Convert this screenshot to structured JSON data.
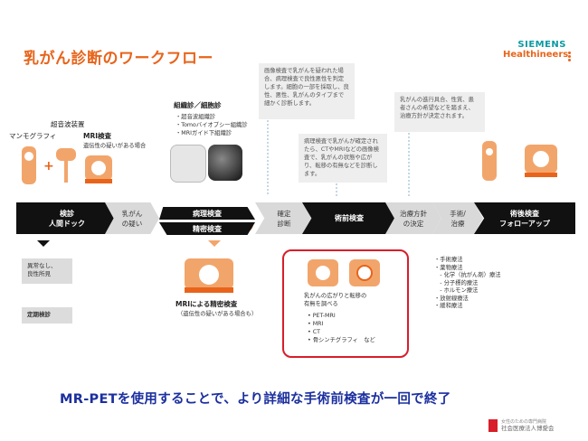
{
  "title": "乳がん診断のワークフロー",
  "logo": {
    "line1": "SIEMENS",
    "line2": "Healthineers"
  },
  "notes": {
    "pathology": "画像検査で乳がんを疑われた場合、病理検査で良性悪性を判定します。細胞の一部を採取し、良性、悪性、乳がんのタイプまで細かく診断します。",
    "preop": "病理検査で乳がんが確定されたら、CTやMRIなどの画像検査で、乳がんの状態や広がり、転移の有無などを診断します。",
    "treatment": "乳がんの進行具合、性質、患者さんの希望などを踏まえ、治療方針が決定されます。"
  },
  "top_labels": {
    "ultrasound": "超音波装置",
    "mammo": "マンモグラフィ",
    "mri_title": "MRI検査",
    "mri_sub": "遺伝性の疑いがある場合",
    "biopsy_title": "組織診／細胞診",
    "biopsy_items": [
      "・超音波組織診",
      "・Tomoバイオプシー組織診",
      "・MRIガイド下組織診"
    ]
  },
  "flow": {
    "s1": [
      "検診",
      "人間ドック"
    ],
    "s2": [
      "乳がん",
      "の疑い"
    ],
    "s3a": "病理検査",
    "s3b": "精密検査",
    "s4": [
      "確定",
      "診断"
    ],
    "s5": "術前検査",
    "s6": [
      "治療方針",
      "の決定"
    ],
    "s7": [
      "手術/",
      "治療"
    ],
    "s8": [
      "術後検査",
      "フォローアップ"
    ]
  },
  "left_boxes": {
    "box1": [
      "異常なし、",
      "良性所見"
    ],
    "box2": "定期検診"
  },
  "mri_precise": {
    "title": "MRIによる精密検査",
    "sub": "（遺伝性の疑いがある場合も）"
  },
  "redbox": {
    "heading": [
      "乳がんの広がりと転移の",
      "有無を調べる"
    ],
    "items": [
      "PET-MRI",
      "MRI",
      "CT",
      "骨シンチグラフィ　など"
    ]
  },
  "treatments": [
    "・手術療法",
    "・薬物療法",
    "　- 化学（抗がん剤）療法",
    "　- 分子標的療法",
    "　- ホルモン療法",
    "・放射線療法",
    "・緩和療法"
  ],
  "bottom_text": "MR-PETを使用することで、より詳細な手術前検査が一回で終了",
  "footer": {
    "small": "女性のための専門病院",
    "org": "社会医療法人博愛会"
  },
  "colors": {
    "accent": "#e8641b",
    "teal": "#0a9aa3",
    "blue": "#1b2f9e",
    "red": "#d81e2a"
  }
}
